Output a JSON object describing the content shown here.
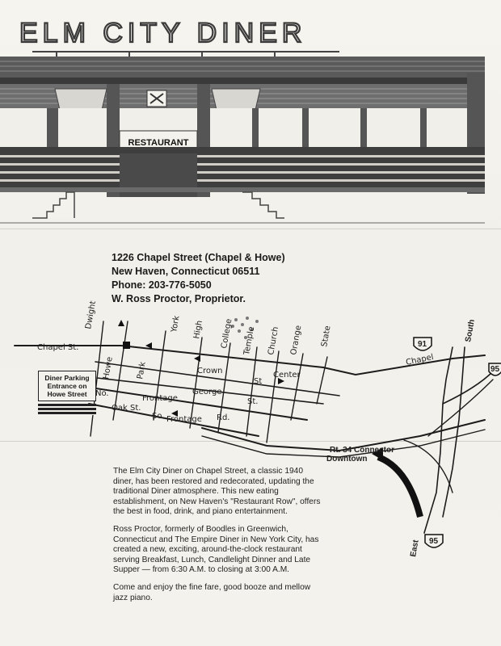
{
  "header": {
    "title": "ELM CITY DINER",
    "sign": "RESTAURANT"
  },
  "address": {
    "line1": "1226 Chapel Street (Chapel & Howe)",
    "line2": "New Haven, Connecticut 06511",
    "phone": "Phone: 203-776-5050",
    "proprietor": "W. Ross Proctor, Proprietor."
  },
  "parking": {
    "line1": "Diner Parking",
    "line2": "Entrance on",
    "line3": "Howe Street"
  },
  "map_labels": {
    "chapel_st": "Chapel St.",
    "dwight": "Dwight",
    "howe": "Howe",
    "park": "Park",
    "york": "York",
    "high": "High",
    "college": "College",
    "temple": "Temple",
    "church": "Church",
    "orange": "Orange",
    "state": "State",
    "crown": "Crown",
    "st1": "St",
    "center": "Center",
    "george": "George",
    "st2": "St.",
    "no": "No.",
    "frontage": "Frontage",
    "oak_st": "Oak St.",
    "so": "So",
    "frontage2": "Frontage",
    "rd": "Rd.",
    "chapel": "Chapel",
    "rt34": "Rt. 34 Connector",
    "downtown": "Downtown",
    "east": "East",
    "south": "South",
    "shield91": "91",
    "shield95a": "95",
    "shield95b": "95"
  },
  "body": {
    "p1": "The Elm City Diner on Chapel Street, a classic 1940 diner, has been restored and redecorated, updating the traditional Diner atmosphere. This new eating establishment, on New Haven's \"Restaurant Row\", offers the best in food, drink, and piano entertainment.",
    "p2": "Ross Proctor, formerly of Boodles in Greenwich, Connecticut and The Empire Diner in New York City, has created a new, exciting, around-the-clock restaurant serving Breakfast, Lunch, Candlelight Dinner and Late Supper — from 6:30 A.M. to closing at 3:00 A.M.",
    "p3": "Come and enjoy the fine fare, good booze and mellow jazz piano."
  }
}
